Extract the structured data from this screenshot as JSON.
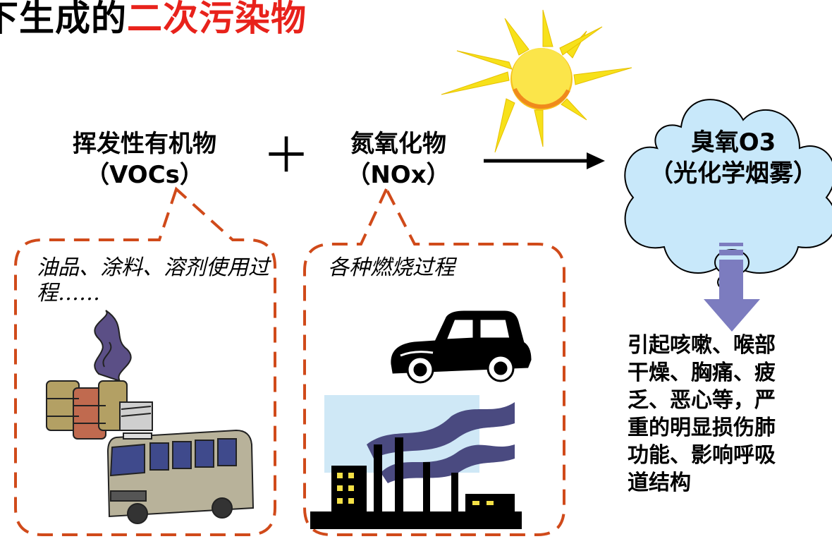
{
  "title": {
    "prefix": "下生成的",
    "highlight": "二次污染物"
  },
  "voc": {
    "name": "挥发性有机物",
    "abbr": "（VOCs）",
    "sources": "油品、涂料、溶剂使用过程……"
  },
  "plus_sign": "＋",
  "nox": {
    "name": "氮氧化物",
    "abbr": "（NOx）",
    "sources": "各种燃烧过程"
  },
  "ozone": {
    "name": "臭氧O3",
    "sub": "（光化学烟雾）"
  },
  "effects": "引起咳嗽、喉部\n干燥、胸痛、疲\n乏、恶心等，严\n重的明显损伤肺\n功能、影响呼吸\n道结构",
  "colors": {
    "title_highlight": "#e8221b",
    "dashed_border": "#d04a1a",
    "cloud_fill": "#c8e8fa",
    "sun": "#f7e11a",
    "down_arrow": "#7c7cbf"
  },
  "icons": [
    "sun-icon",
    "cloud-icon",
    "oil-drums-icon",
    "bus-icon",
    "car-icon",
    "factory-icon"
  ]
}
